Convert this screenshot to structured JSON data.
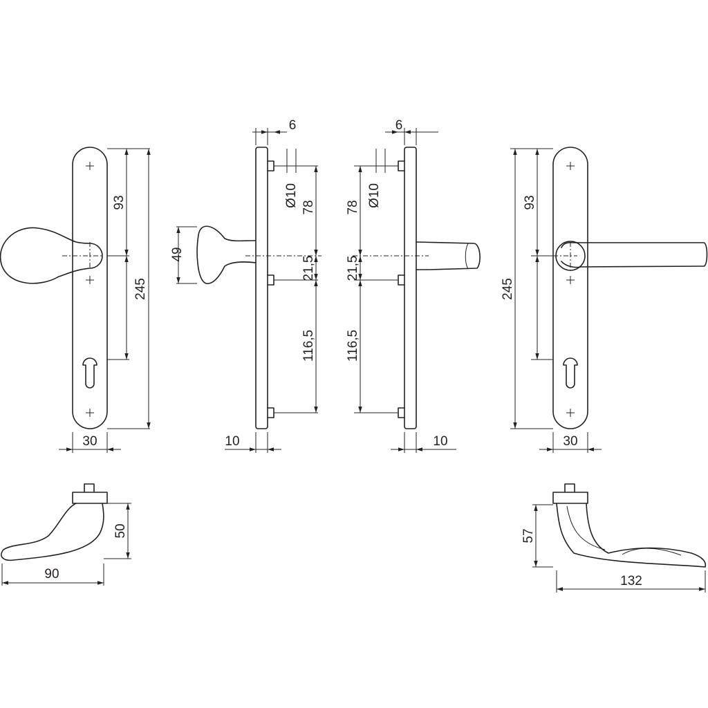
{
  "front_left": {
    "dim_top": "93",
    "dim_total": "245",
    "dim_width": "30"
  },
  "side_left": {
    "dim_knob": "49",
    "dim_offset": "6",
    "dim_pin": "Ø10",
    "dim_upper": "78",
    "dim_mid": "21,5",
    "dim_lower": "116,5",
    "dim_thickness": "10"
  },
  "side_right": {
    "dim_offset": "6",
    "dim_pin": "Ø10",
    "dim_upper": "78",
    "dim_mid": "21,5",
    "dim_lower": "116,5",
    "dim_thickness": "10"
  },
  "front_right": {
    "dim_top": "93",
    "dim_total": "245",
    "dim_width": "30"
  },
  "top_left": {
    "dim_height": "50",
    "dim_length": "90"
  },
  "top_right": {
    "dim_height": "57",
    "dim_length": "132"
  }
}
